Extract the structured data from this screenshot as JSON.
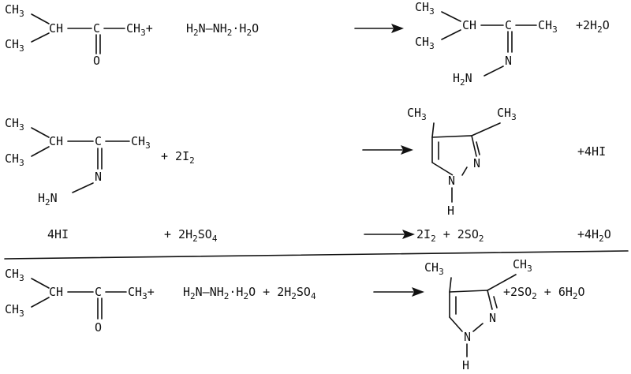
{
  "reactions": [
    {
      "id": "r1",
      "reactants": [
        {
          "kind": "ketone",
          "labels": {
            "ch3a": "CH3",
            "ch3b": "CH3",
            "ch": "CH",
            "c": "C",
            "ch3c": "CH3",
            "o": "O"
          }
        },
        {
          "kind": "text",
          "text": "H2N–NH2·H2O"
        }
      ],
      "plus": "+",
      "products": [
        {
          "kind": "hydrazone",
          "labels": {
            "ch3a": "CH3",
            "ch3b": "CH3",
            "ch": "CH",
            "c": "C",
            "ch3c": "CH3",
            "n": "N",
            "h2n": "H2N"
          }
        },
        {
          "kind": "text",
          "text": "+2H2O"
        }
      ]
    },
    {
      "id": "r2",
      "reactants": [
        {
          "kind": "hydrazone",
          "labels": {
            "ch3a": "CH3",
            "ch3b": "CH3",
            "ch": "CH",
            "c": "C",
            "ch3c": "CH3",
            "n": "N",
            "h2n": "H2N"
          }
        },
        {
          "kind": "text",
          "text": "+ 2I2"
        }
      ],
      "products": [
        {
          "kind": "pyrazole",
          "labels": {
            "ch3a": "CH3",
            "ch3b": "CH3",
            "n2": "N",
            "n1": "N",
            "h": "H"
          }
        },
        {
          "kind": "text",
          "text": "+4HI"
        }
      ]
    },
    {
      "id": "r3",
      "reactants": [
        {
          "kind": "text",
          "text": "4HI"
        },
        {
          "kind": "text",
          "text": "+ 2H2SO4"
        }
      ],
      "products": [
        {
          "kind": "text",
          "text": "2I2 + 2SO2"
        },
        {
          "kind": "text",
          "text": "+4H2O"
        }
      ]
    },
    {
      "id": "overall",
      "reactants": [
        {
          "kind": "ketone",
          "labels": {
            "ch3a": "CH3",
            "ch3b": "CH3",
            "ch": "CH",
            "c": "C",
            "ch3c": "CH3",
            "o": "O"
          }
        },
        {
          "kind": "text",
          "text": "+ H2N–NH2·H2O + 2H2SO4"
        }
      ],
      "plus": "+",
      "products": [
        {
          "kind": "pyrazole",
          "labels": {
            "ch3a": "CH3",
            "ch3b": "CH3",
            "n2": "N",
            "n1": "N",
            "h": "H"
          }
        },
        {
          "kind": "text",
          "text": "+2SO2 + 6H2O"
        }
      ]
    }
  ]
}
